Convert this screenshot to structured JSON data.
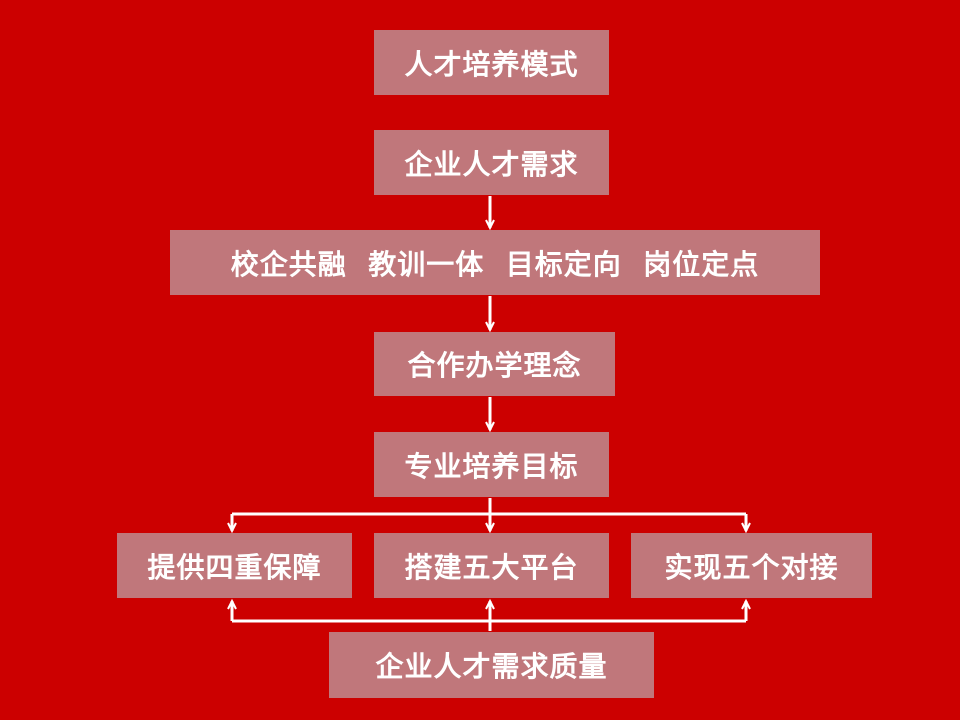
{
  "colors": {
    "background": "#cc0000",
    "box": "#c0777b",
    "text": "#ffffff",
    "arrow": "#ffffff"
  },
  "nodes": {
    "title": "人才培养模式",
    "demand": "企业人才需求",
    "principles": "校企共融  教训一体  目标定向  岗位定点",
    "concept": "合作办学理念",
    "goal": "专业培养目标",
    "guarantee": "提供四重保障",
    "platform": "搭建五大平台",
    "docking": "实现五个对接",
    "quality": "企业人才需求质量"
  }
}
